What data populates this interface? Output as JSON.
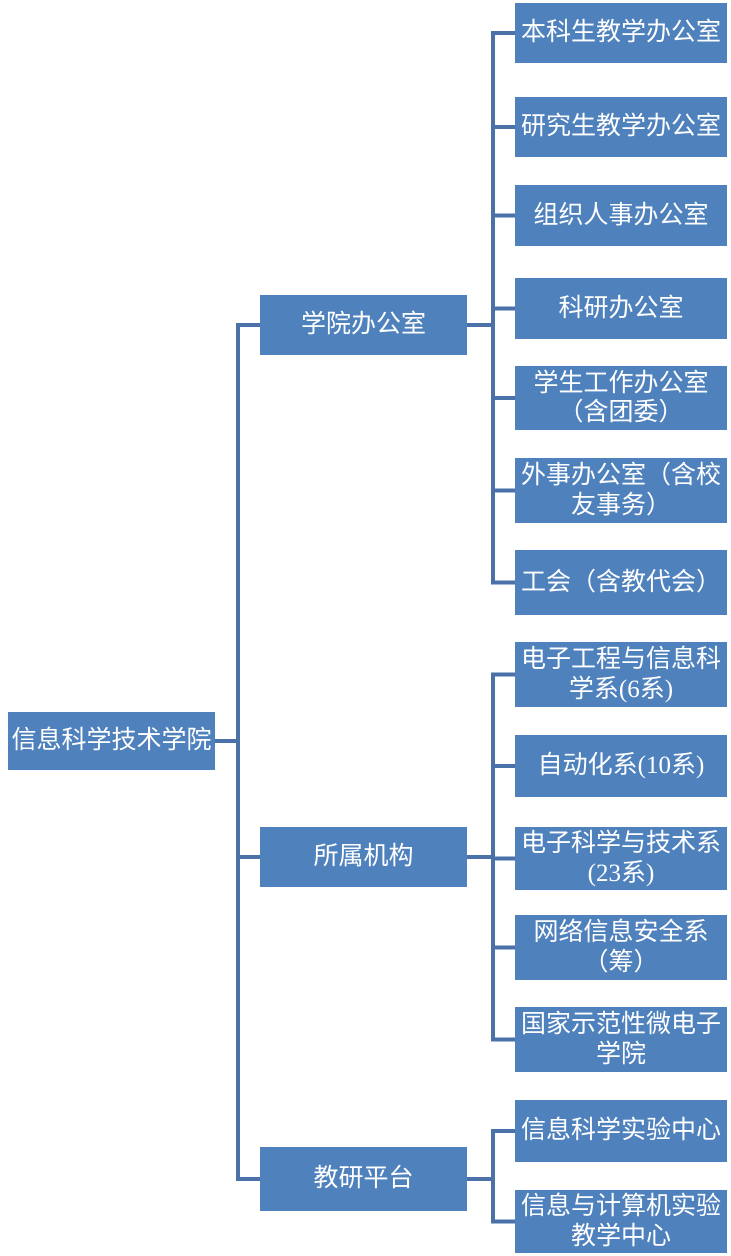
{
  "colors": {
    "box_fill": "#4f81bd",
    "box_text": "#ffffff",
    "connector": "#4a72a8",
    "background": "#ffffff"
  },
  "org": {
    "root": {
      "label": "信息科学技术学院"
    },
    "branches": [
      {
        "label": "学院办公室",
        "children": [
          {
            "label": "本科生教学办公室"
          },
          {
            "label": "研究生教学办公室"
          },
          {
            "label": "组织人事办公室"
          },
          {
            "label": "科研办公室"
          },
          {
            "label": "学生工作办公室\n（含团委）"
          },
          {
            "label": "外事办公室（含校\n友事务）"
          },
          {
            "label": "工会（含教代会）"
          }
        ]
      },
      {
        "label": "所属机构",
        "children": [
          {
            "label": "电子工程与信息科\n学系(6系)"
          },
          {
            "label": "自动化系(10系)"
          },
          {
            "label": "电子科学与技术系\n(23系)"
          },
          {
            "label": "网络信息安全系\n（筹）"
          },
          {
            "label": "国家示范性微电子\n学院"
          }
        ]
      },
      {
        "label": "教研平台",
        "children": [
          {
            "label": "信息科学实验中心"
          },
          {
            "label": "信息与计算机实验\n教学中心"
          }
        ]
      }
    ]
  }
}
